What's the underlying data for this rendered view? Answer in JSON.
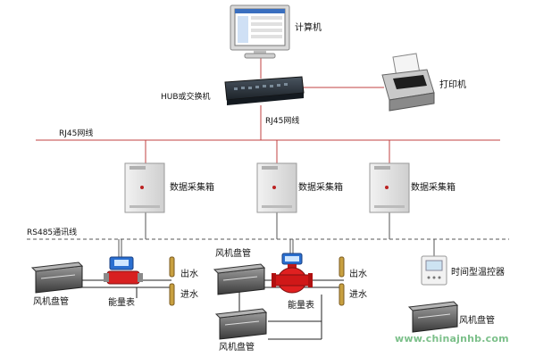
{
  "labels": {
    "computer": "计算机",
    "printer": "打印机",
    "hub": "HUB或交换机",
    "rj45_left": "RJ45网线",
    "rj45_center": "RJ45网线",
    "rs485": "RS485通讯线",
    "collector": "数据采集箱",
    "fan_coil": "风机盘管",
    "energy_meter": "能量表",
    "outlet": "出水",
    "inlet": "进水",
    "thermostat": "时间型温控器"
  },
  "watermark": "www.chinajnhb.com",
  "colors": {
    "ethernet_line": "#c04040",
    "rs485_line": "#666666",
    "device_gray": "#d8d8d8",
    "valve_red": "#d82020",
    "meter_blue": "#2a6fd0",
    "sensor_brass": "#c8a040",
    "watermark": "#7cc08a"
  }
}
